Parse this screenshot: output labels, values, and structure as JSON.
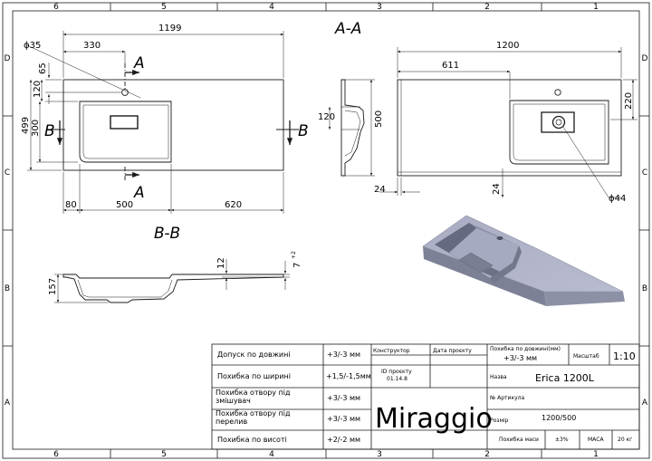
{
  "ruler": {
    "columns": [
      "6",
      "5",
      "4",
      "3",
      "2",
      "1"
    ],
    "rows": [
      "D",
      "C",
      "B",
      "A"
    ]
  },
  "top_view": {
    "section_a": "A",
    "section_b": "B",
    "dims": {
      "total_width": "1199",
      "hole_offset": "330",
      "hole_diameter": "ϕ35",
      "hole_top": "65",
      "bowl_top": "120",
      "depth": "499",
      "bowl_depth": "300",
      "left_margin": "80",
      "bowl_width": "500",
      "right_part": "620"
    }
  },
  "section_aa": {
    "label": "A-A",
    "depth": "500",
    "bowl_height": "120",
    "thickness": "24"
  },
  "section_bb": {
    "label": "B-B",
    "height": "157",
    "thickness": "12",
    "slope": "7",
    "slope_sup": "+2"
  },
  "right_view": {
    "width": "1200",
    "offset": "611",
    "height_side": "220",
    "left_thick": "24",
    "bottom_thick": "24",
    "drain_diameter": "ϕ44"
  },
  "title_block": {
    "tolerances": [
      {
        "label": "Допуск по довжині",
        "value": "+3/-3 мм"
      },
      {
        "label": "Похибка по ширині",
        "value": "+1,5/-1,5мм"
      },
      {
        "label": "Похибка отвору під змішувач",
        "value": "+3/-3 мм"
      },
      {
        "label": "Похибка отвору під перелив",
        "value": "+3/-3 мм"
      },
      {
        "label": "Похибка по висоті",
        "value": "+2/-2 мм"
      }
    ],
    "constructor_label": "Конструктор",
    "date_label": "Дата проєкту",
    "id_label": "ID проєкту",
    "id_value": "01.14.8",
    "brand": "Miraggio",
    "length_error_label": "Похибка по довжині(мм)",
    "length_error_value": "+3/-3 мм",
    "scale_label": "Масштаб",
    "scale_value": "1:10",
    "name_label": "Назва",
    "name_value": "Erica 1200L",
    "article_label": "№ Артикула",
    "size_label": "Розмір",
    "size_value": "1200/500",
    "mass_error_label": "Похибка маси",
    "mass_error_value": "±3%",
    "mass_label": "МАСА",
    "mass_value": "20 кг"
  },
  "colors": {
    "line": "#1a1a1a",
    "render_light": "#b4b7cc",
    "render_mid": "#9da1ba",
    "render_dark": "#5f6377"
  }
}
